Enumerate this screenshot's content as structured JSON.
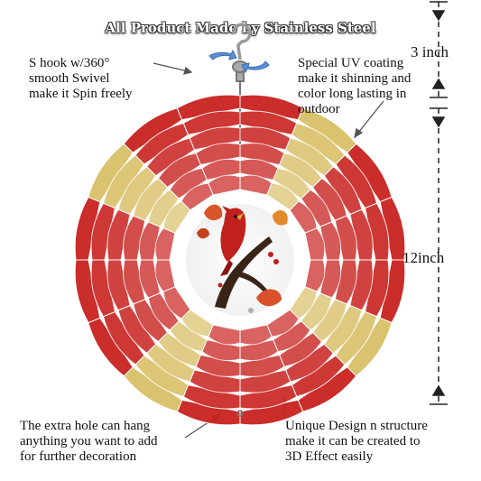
{
  "header": {
    "title": "All Product Made by Stainless Steel"
  },
  "annotations": {
    "hook": [
      "S hook w/360°",
      "smooth Swivel",
      "make it Spin freely"
    ],
    "coating": [
      "Special UV coating",
      "make it shinning and",
      "color long lasting in",
      "outdoor"
    ],
    "hole": [
      "The extra hole can hang",
      "anything you want to add",
      "for further decoration"
    ],
    "design": [
      "Unique Design n structure",
      "make it can be created to",
      "3D Effect easily"
    ]
  },
  "dimensions": {
    "top_length": "3 inch",
    "body_length": "12inch"
  },
  "icons": [
    "s-hook-icon",
    "swivel-rotation-icon",
    "cardinal-bird-art"
  ],
  "colors": {
    "spinner_red": "#c8221f",
    "spinner_gold": "#d9c068",
    "dimension_line": "#222222"
  }
}
